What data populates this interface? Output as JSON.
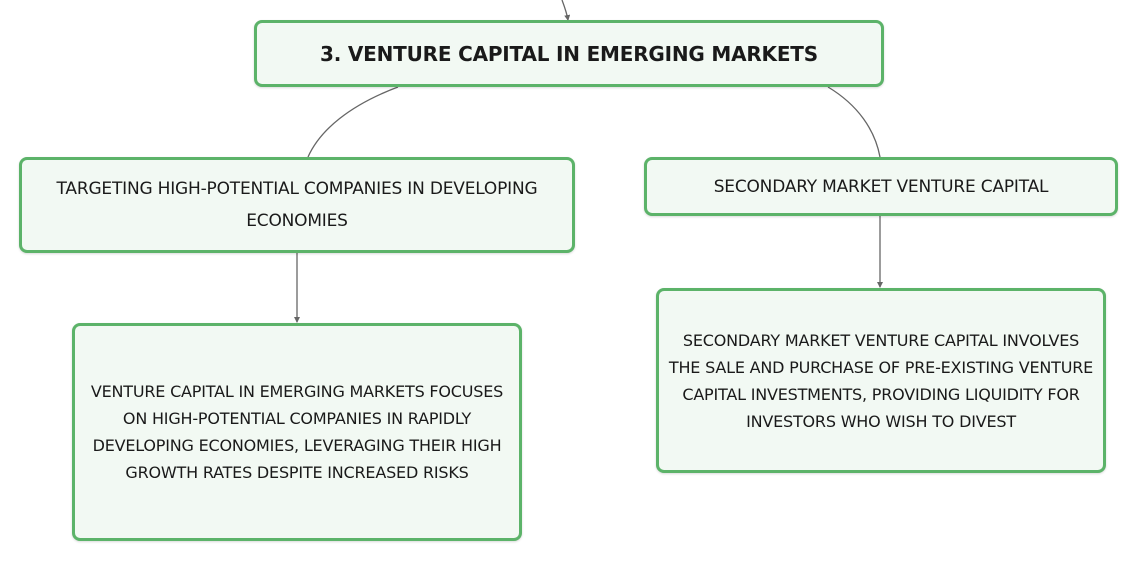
{
  "diagram": {
    "root": {
      "label": "3. VENTURE CAPITAL IN EMERGING MARKETS"
    },
    "branches": [
      {
        "label": "TARGETING HIGH-POTENTIAL COMPANIES IN DEVELOPING ECONOMIES",
        "detail": "VENTURE CAPITAL IN EMERGING MARKETS FOCUSES ON HIGH-POTENTIAL COMPANIES IN RAPIDLY DEVELOPING ECONOMIES, LEVERAGING THEIR HIGH GROWTH RATES DESPITE INCREASED RISKS"
      },
      {
        "label": "SECONDARY MARKET VENTURE CAPITAL",
        "detail": "SECONDARY MARKET VENTURE CAPITAL INVOLVES THE SALE AND PURCHASE OF PRE-EXISTING VENTURE CAPITAL INVESTMENTS, PROVIDING LIQUIDITY FOR INVESTORS WHO WISH TO DIVEST"
      }
    ],
    "colors": {
      "node_border": "#5cb369",
      "node_fill": "#f2f9f3",
      "connector": "#666666",
      "text": "#1a1a1a"
    }
  }
}
